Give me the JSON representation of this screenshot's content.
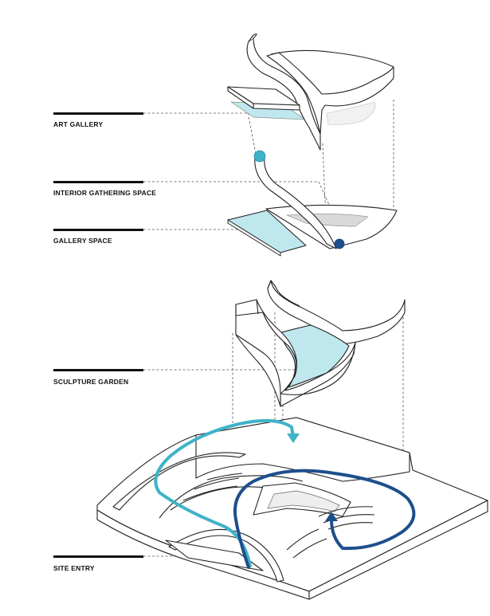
{
  "labels": {
    "art_gallery": "ART GALLERY",
    "interior_gathering_space": "INTERIOR GATHERING SPACE",
    "gallery_space": "GALLERY SPACE",
    "sculpture_garden": "SCULPTURE GARDEN",
    "site_entry": "SITE ENTRY"
  },
  "colors": {
    "line": "#222222",
    "leader": "#555555",
    "light_blue": "#bfe7ee",
    "cyan_path": "#3fb3c8",
    "navy_path": "#1d4f8c",
    "gray_fill": "#d9d9d9"
  }
}
